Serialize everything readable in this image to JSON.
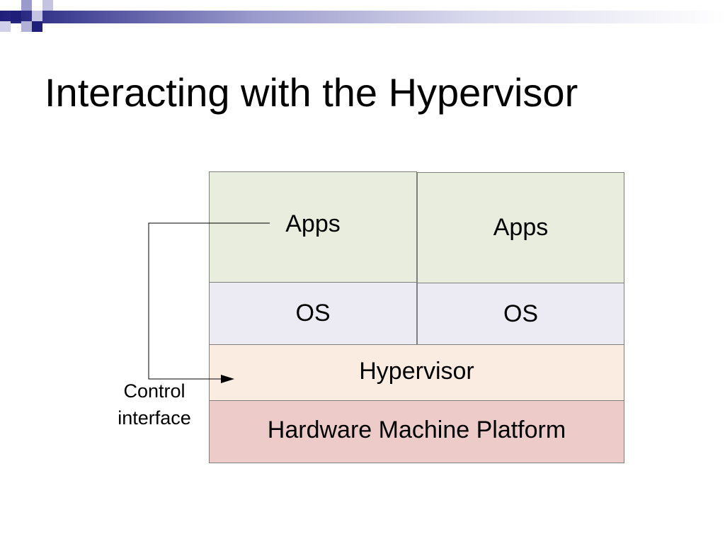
{
  "slide": {
    "title": "Interacting with the Hypervisor"
  },
  "diagram": {
    "vm1": {
      "apps": "Apps",
      "os": "OS"
    },
    "vm2": {
      "apps": "Apps",
      "os": "OS"
    },
    "hypervisor": "Hypervisor",
    "hardware": "Hardware Machine Platform",
    "control_label_line1": "Control",
    "control_label_line2": "interface"
  },
  "colors": {
    "apps_fill": "#e8eddd",
    "os_fill": "#ecebf3",
    "hypervisor_fill": "#fbece2",
    "hardware_fill": "#eccbc9",
    "banner_dark": "#1f1f7a",
    "banner_light": "#9a9acc"
  }
}
